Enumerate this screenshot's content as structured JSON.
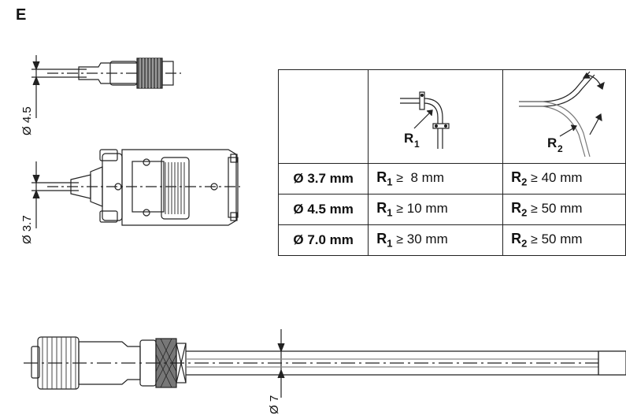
{
  "figure_letter": "E",
  "dimensions": {
    "d1": "Ø 4.5",
    "d2": "Ø 3.7",
    "d3": "Ø 7"
  },
  "table": {
    "header_labels": {
      "r1": "R",
      "r1_sub": "1",
      "r2": "R",
      "r2_sub": "2"
    },
    "rows": [
      {
        "diameter": "Ø 3.7 mm",
        "r1_sym": "R",
        "r1_sub": "1",
        "r1_op": "≥",
        "r1_val": "8 mm",
        "r2_sym": "R",
        "r2_sub": "2",
        "r2_op": "≥",
        "r2_val": "40 mm"
      },
      {
        "diameter": "Ø 4.5 mm",
        "r1_sym": "R",
        "r1_sub": "1",
        "r1_op": "≥",
        "r1_val": "10 mm",
        "r2_sym": "R",
        "r2_sub": "2",
        "r2_op": "≥",
        "r2_val": "50 mm"
      },
      {
        "diameter": "Ø 7.0 mm",
        "r1_sym": "R",
        "r1_sub": "1",
        "r1_op": "≥",
        "r1_val": "30 mm",
        "r2_sym": "R",
        "r2_sub": "2",
        "r2_op": "≥",
        "r2_val": "50 mm"
      }
    ]
  }
}
